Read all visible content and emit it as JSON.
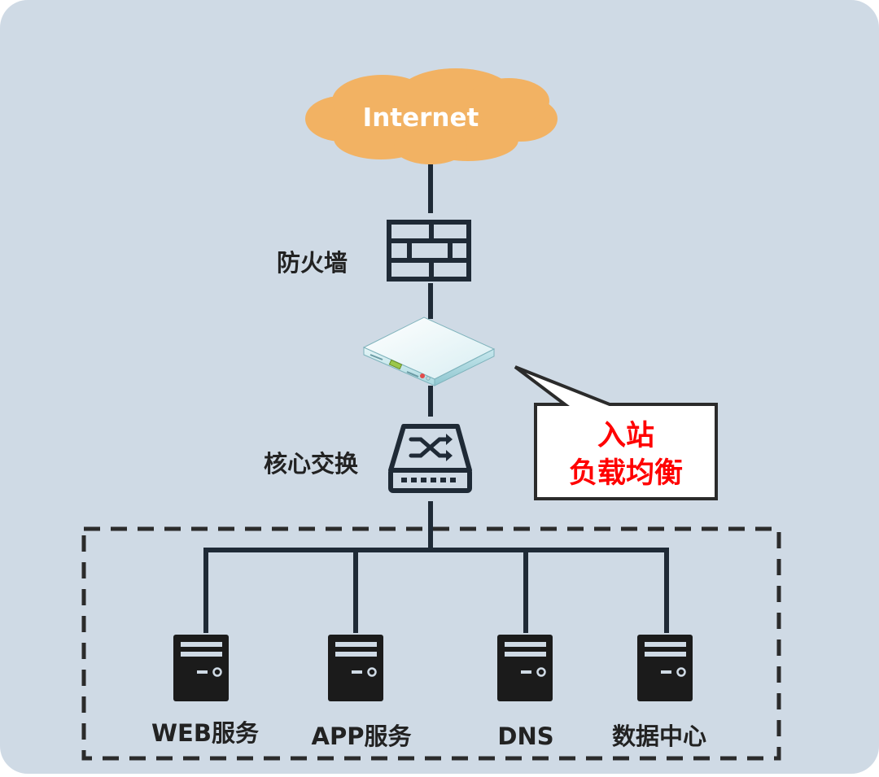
{
  "colors": {
    "background": "#cfdae5",
    "line": "#1f2a36",
    "cloud": "#f2b263",
    "cloud_text": "#ffffff",
    "label_text": "#222222",
    "callout_text": "#ff0000",
    "callout_fill": "#ffffff"
  },
  "nodes": {
    "internet": {
      "label": "Internet",
      "icon": "cloud-icon"
    },
    "firewall": {
      "label": "防火墙",
      "icon": "firewall-icon"
    },
    "load_balancer": {
      "icon": "load-balancer-appliance-icon"
    },
    "core_switch": {
      "label": "核心交换",
      "icon": "switch-icon"
    }
  },
  "callout": {
    "line1": "入站",
    "line2": "负载均衡"
  },
  "servers": [
    {
      "label": "WEB服务",
      "icon": "server-icon"
    },
    {
      "label": "APP服务",
      "icon": "server-icon"
    },
    {
      "label": "DNS",
      "icon": "server-icon"
    },
    {
      "label": "数据中心",
      "icon": "server-icon"
    }
  ]
}
